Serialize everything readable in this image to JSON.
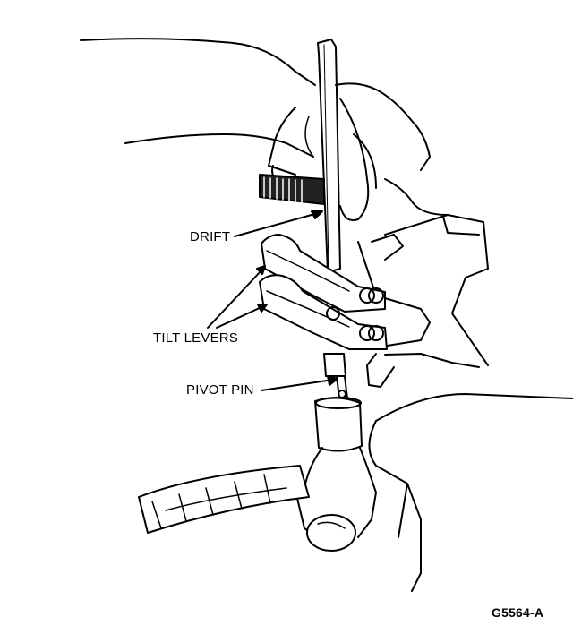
{
  "callouts": {
    "drift": "DRIFT",
    "tilt_levers": "TILT LEVERS",
    "pivot_pin": "PIVOT PIN"
  },
  "figure_code": "G5564-A"
}
